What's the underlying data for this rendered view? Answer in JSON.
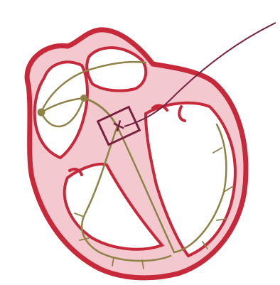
{
  "diagram": {
    "colors": {
      "background": "#ffffff",
      "heart_outline": "#c7283a",
      "heart_wall_fill": "#f3c9cf",
      "chamber_fill": "#ffffff",
      "conduction_system": "#8f8247",
      "catheter": "#7a2040",
      "ablation_box": "#7a2040"
    },
    "icons": {
      "sa_node": "dot",
      "av_node": "dot",
      "ablation_target": "x-mark"
    }
  }
}
